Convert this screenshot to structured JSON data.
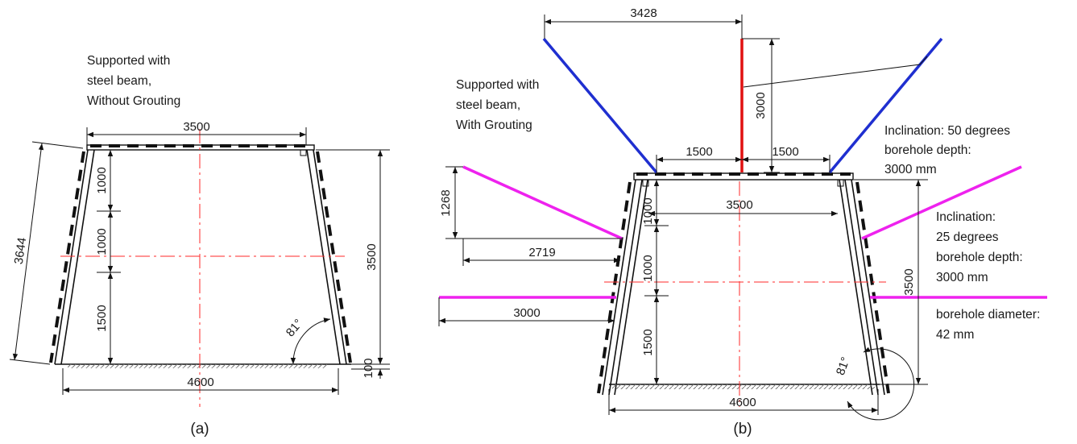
{
  "panel_a": {
    "note": [
      "Supported with",
      "steel beam,",
      "Without Grouting"
    ],
    "dims": {
      "top_width": "3500",
      "bottom_width": "4600",
      "slant_length": "3644",
      "height": "3500",
      "base": "100",
      "seg1": "1000",
      "seg2": "1000",
      "seg3": "1500",
      "angle": "81°"
    },
    "caption": "(a)"
  },
  "panel_b": {
    "note": [
      "Supported with",
      "steel beam,",
      "With Grouting"
    ],
    "dims": {
      "bolt_spread": "3428",
      "bolt_height": "3000",
      "offset_left": "1500",
      "offset_right": "1500",
      "top_width": "3500",
      "bottom_width": "4600",
      "left_bolt_rise": "1268",
      "left_bolt_run": "2719",
      "horizontal_bolt": "3000",
      "height": "3500",
      "seg1": "1000",
      "seg2": "1000",
      "seg3": "1500",
      "angle": "81°"
    },
    "notes_right": {
      "upper": [
        "Inclination: 50 degrees",
        "borehole depth:",
        "3000 mm"
      ],
      "middle": [
        "Inclination:",
        "25 degrees",
        "borehole depth:",
        "3000 mm"
      ],
      "lower": [
        "borehole diameter:",
        "42 mm"
      ]
    },
    "caption": "(b)"
  },
  "colors": {
    "bolt_50deg": "#1f2fd0",
    "bolt_vertical": "#e01010",
    "bolt_25deg": "#ee22ee",
    "centerline": "#ff2a2a",
    "ground_hatch": "#777777"
  }
}
